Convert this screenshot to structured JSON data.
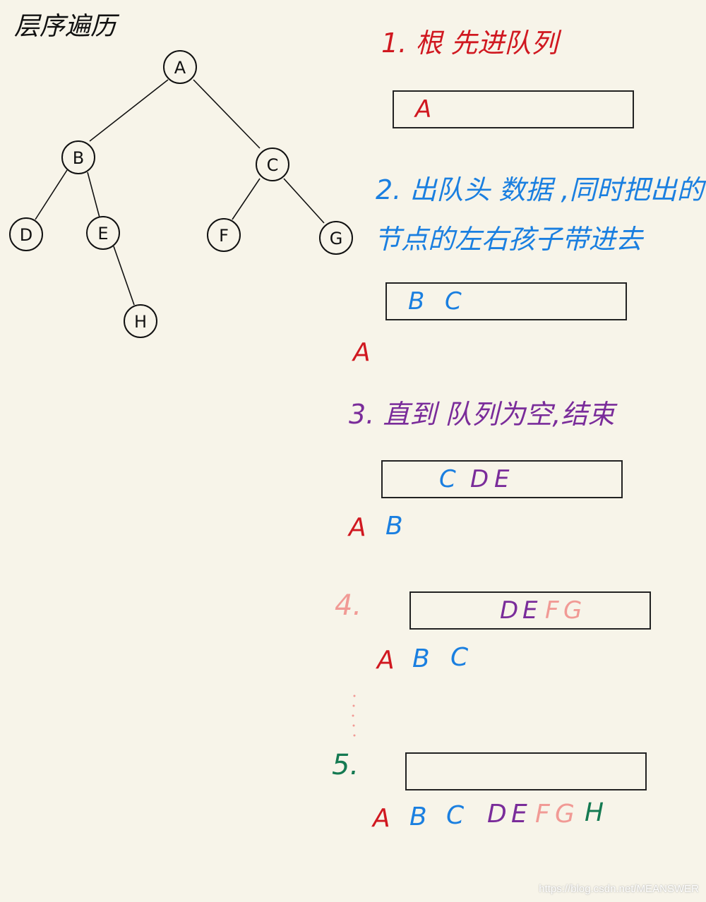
{
  "title": "层序遍历",
  "tree": {
    "nodes": [
      {
        "id": "A",
        "label": "A"
      },
      {
        "id": "B",
        "label": "B"
      },
      {
        "id": "C",
        "label": "C"
      },
      {
        "id": "D",
        "label": "D"
      },
      {
        "id": "E",
        "label": "E"
      },
      {
        "id": "F",
        "label": "F"
      },
      {
        "id": "G",
        "label": "G"
      },
      {
        "id": "H",
        "label": "H"
      }
    ],
    "edges": [
      [
        "A",
        "B"
      ],
      [
        "A",
        "C"
      ],
      [
        "B",
        "D"
      ],
      [
        "B",
        "E"
      ],
      [
        "C",
        "F"
      ],
      [
        "C",
        "G"
      ],
      [
        "E",
        "H"
      ]
    ]
  },
  "steps": {
    "s1": {
      "text": "1. 根 先进队列",
      "queue": "A"
    },
    "s2": {
      "text_line1": "2. 出队头 数据 ,同时把出的",
      "text_line2": "节点的左右孩子带进去",
      "queue": [
        "B",
        "C"
      ],
      "output": [
        "A"
      ]
    },
    "s3": {
      "text": "3. 直到 队列为空,结束",
      "queue": [
        "C",
        "D",
        "E"
      ],
      "output": [
        "A",
        "B"
      ]
    },
    "s4": {
      "label": "4.",
      "queue": [
        "D",
        "E",
        "F",
        "G"
      ],
      "output": [
        "A",
        "B",
        "C"
      ]
    },
    "s5": {
      "label": "5.",
      "queue": [],
      "output": [
        "A",
        "B",
        "C",
        "D",
        "E",
        "F",
        "G",
        "H"
      ]
    }
  },
  "watermark": "https://blog.csdn.net/MEANSWER",
  "colors": {
    "step1": "#d01820",
    "step2": "#1a7fe0",
    "step3": "#7a2c9a",
    "step4": "#f19a95",
    "step5": "#157a52"
  }
}
